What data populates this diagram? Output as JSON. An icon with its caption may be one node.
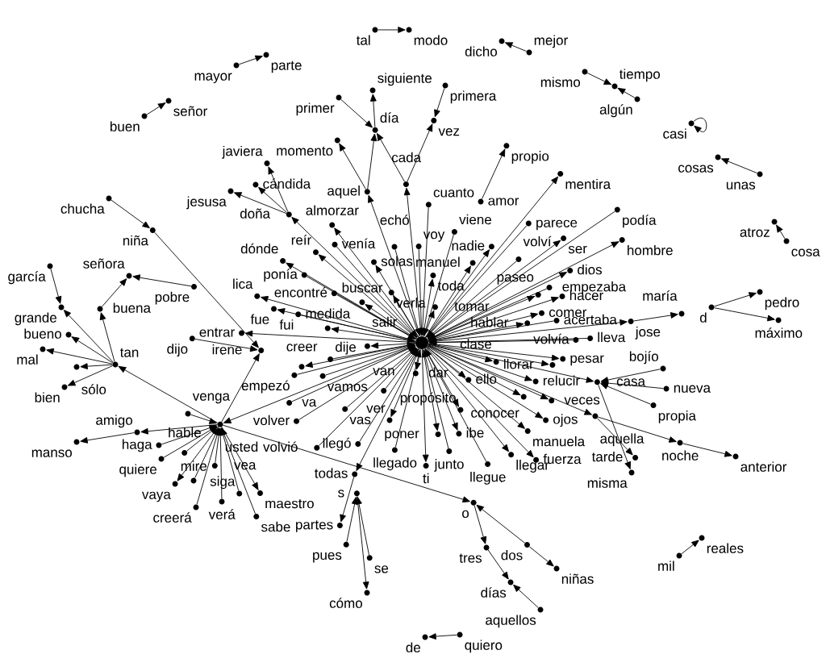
{
  "diagram": {
    "nodes": [
      {
        "text": [
          "tal"
        ]
      },
      {
        "text": [
          "modo"
        ]
      },
      {
        "text": [
          "dicho"
        ]
      },
      {
        "text": [
          "mejor"
        ]
      },
      {
        "text": [
          "parte"
        ]
      },
      {
        "text": [
          "mayor"
        ]
      },
      {
        "text": [
          "mismo"
        ]
      },
      {
        "text": [
          "tiempo"
        ]
      },
      {
        "text": [
          "primera"
        ]
      },
      {
        "text": [
          "siguiente"
        ]
      },
      {
        "text": [
          "primer"
        ]
      },
      {
        "text": [
          "algún"
        ]
      },
      {
        "text": [
          "señor"
        ]
      },
      {
        "text": [
          "buen"
        ]
      },
      {
        "text": [
          "casi"
        ]
      },
      {
        "text": [
          "vez"
        ]
      },
      {
        "text": [
          "día"
        ]
      },
      {
        "text": [
          "momento"
        ]
      },
      {
        "text": [
          "cosas"
        ]
      },
      {
        "text": [
          "propio"
        ]
      },
      {
        "text": [
          "javiera"
        ]
      },
      {
        "text": [
          "unas"
        ]
      },
      {
        "text": [
          "cándida"
        ]
      },
      {
        "text": [
          "mentira"
        ]
      },
      {
        "text": [
          "jesusa"
        ]
      },
      {
        "text": [
          "chucha"
        ]
      },
      {
        "text": [
          "cada"
        ]
      },
      {
        "text": [
          "podía"
        ]
      },
      {
        "text": [
          "aquel"
        ]
      },
      {
        "text": [
          "atroz"
        ]
      },
      {
        "text": [
          "amor"
        ]
      },
      {
        "text": [
          "doña"
        ]
      },
      {
        "text": [
          "niña"
        ]
      },
      {
        "text": [
          "cosa"
        ]
      },
      {
        "text": [
          "parece"
        ]
      },
      {
        "text": [
          "hombre"
        ]
      },
      {
        "text": [
          "cuanto"
        ]
      },
      {
        "text": [
          "almorzar"
        ]
      },
      {
        "text": [
          "viene"
        ]
      },
      {
        "text": [
          "nadie"
        ]
      },
      {
        "text": [
          "ser"
        ]
      },
      {
        "text": [
          "venía"
        ]
      },
      {
        "text": [
          "garcía"
        ]
      },
      {
        "text": [
          "echó"
        ]
      },
      {
        "text": [
          "voy"
        ]
      },
      {
        "text": [
          "señora"
        ]
      },
      {
        "text": [
          "dónde"
        ]
      },
      {
        "text": [
          "solas"
        ]
      },
      {
        "text": [
          "volví"
        ]
      },
      {
        "text": [
          "dios"
        ]
      },
      {
        "text": [
          "manuel"
        ]
      },
      {
        "text": [
          "pobre"
        ]
      },
      {
        "text": [
          "pedro"
        ]
      },
      {
        "text": [
          "reír"
        ]
      },
      {
        "text": [
          "ponía"
        ]
      },
      {
        "text": [
          "verla"
        ]
      },
      {
        "text": [
          "empezaba"
        ]
      },
      {
        "text": [
          "toda"
        ]
      },
      {
        "text": [
          "paseo"
        ]
      },
      {
        "text": [
          "hacer"
        ]
      },
      {
        "text": [
          "d"
        ]
      },
      {
        "text": [
          "grande"
        ]
      },
      {
        "text": [
          "buena"
        ]
      },
      {
        "text": [
          "lica"
        ]
      },
      {
        "text": [
          "fue"
        ]
      },
      {
        "text": [
          "encontré"
        ]
      },
      {
        "text": [
          "maría"
        ]
      },
      {
        "text": [
          "buscar"
        ]
      },
      {
        "text": [
          "tomar"
        ]
      },
      {
        "text": [
          "comer"
        ]
      },
      {
        "text": [
          "jose"
        ]
      },
      {
        "text": [
          "máximo"
        ]
      },
      {
        "text": [
          "fui"
        ]
      },
      {
        "text": [
          "lleva"
        ]
      },
      {
        "text": [
          "hablar"
        ]
      },
      {
        "text": [
          "medida"
        ]
      },
      {
        "text": [
          "bueno"
        ]
      },
      {
        "text": [
          "entrar"
        ]
      },
      {
        "text": [
          "dijo"
        ]
      },
      {
        "text": [
          "salir"
        ]
      },
      {
        "text": [
          "acertaba"
        ]
      },
      {
        "text": [],
        "shape": "circle"
      },
      {
        "text": [
          "volvía"
        ]
      },
      {
        "text": [
          "mal"
        ]
      },
      {
        "text": [
          "irene"
        ]
      },
      {
        "text": [
          "creer"
        ]
      },
      {
        "text": [
          "dije"
        ]
      },
      {
        "text": [
          "llorar"
        ]
      },
      {
        "text": [
          "clase"
        ]
      },
      {
        "text": [
          "tan"
        ]
      },
      {
        "text": [
          "sólo"
        ]
      },
      {
        "text": [
          "dar"
        ]
      },
      {
        "text": [
          "relucir"
        ]
      },
      {
        "text": [
          "empezó"
        ]
      },
      {
        "text": [
          "vamos"
        ]
      },
      {
        "text": [
          "bojío"
        ]
      },
      {
        "text": [
          "pesar"
        ]
      },
      {
        "text": [
          "ello"
        ]
      },
      {
        "text": [
          "casa"
        ]
      },
      {
        "text": [
          "van"
        ]
      },
      {
        "text": [
          "conocer"
        ]
      },
      {
        "text": [
          "bien"
        ]
      },
      {
        "text": [
          "nueva"
        ]
      },
      {
        "text": [
          "veces"
        ]
      },
      {
        "text": [
          "volver"
        ]
      },
      {
        "text": [
          "propósito"
        ]
      },
      {
        "text": [
          "vas"
        ]
      },
      {
        "text": [
          "va"
        ]
      },
      {
        "text": [
          "ver"
        ]
      },
      {
        "text": [
          "manuela"
        ]
      },
      {
        "text": [
          "propia"
        ]
      },
      {
        "text": [
          "ojos"
        ]
      },
      {
        "text": [
          "volvió"
        ]
      },
      {
        "text": [
          "venga"
        ]
      },
      {
        "text": [
          "aquella"
        ]
      },
      {
        "text": [
          "llegó"
        ]
      },
      {
        "text": [
          "poner"
        ]
      },
      {
        "text": [
          "ibe"
        ]
      },
      {
        "text": [
          "llegar"
        ]
      },
      {
        "text": [
          "fuerza"
        ]
      },
      {
        "text": [
          "usted"
        ]
      },
      {
        "text": [
          "llegado"
        ]
      },
      {
        "text": [
          "amigo"
        ]
      },
      {
        "text": [
          "junto"
        ]
      },
      {
        "text": [
          "llegue"
        ]
      },
      {
        "text": [
          "ti"
        ]
      },
      {
        "text": [
          "haga"
        ]
      },
      {
        "text": [
          "noche"
        ]
      },
      {
        "text": [
          "manso"
        ]
      },
      {
        "text": [
          "todas"
        ]
      },
      {
        "text": [
          "hable"
        ]
      },
      {
        "text": [
          "quiere"
        ]
      },
      {
        "text": [
          "tarde"
        ]
      },
      {
        "text": [
          "s"
        ]
      },
      {
        "text": [
          "anterior"
        ]
      },
      {
        "text": [
          "vea"
        ]
      },
      {
        "text": [
          "misma"
        ]
      },
      {
        "text": [
          "o"
        ]
      },
      {
        "text": [
          "vaya"
        ]
      },
      {
        "text": [
          "mire"
        ]
      },
      {
        "text": [
          "siga"
        ]
      },
      {
        "text": [
          "maestro"
        ]
      },
      {
        "text": [
          "creerá"
        ]
      },
      {
        "text": [
          "verá"
        ]
      },
      {
        "text": [
          "sabe"
        ]
      },
      {
        "text": [
          "partes"
        ]
      },
      {
        "text": [
          "pues"
        ]
      },
      {
        "text": [
          "tres"
        ]
      },
      {
        "text": [
          "dos"
        ]
      },
      {
        "text": [
          "reales"
        ]
      },
      {
        "text": [
          "se"
        ]
      },
      {
        "text": [
          "mil"
        ]
      },
      {
        "text": [
          "niñas"
        ]
      },
      {
        "text": [
          "días"
        ]
      },
      {
        "text": [
          "cómo"
        ]
      },
      {
        "text": [
          "aquellos"
        ]
      },
      {
        "text": [
          "quiero"
        ]
      },
      {
        "text": [
          "de"
        ]
      }
    ],
    "edges": [
      {
        "from": 0,
        "to": 1,
        "arrow": "to"
      },
      {
        "from": 3,
        "to": 2,
        "arrow": "to"
      },
      {
        "from": 5,
        "to": 4,
        "arrow": "to"
      },
      {
        "from": 6,
        "to": 7,
        "arrow": "to"
      },
      {
        "from": 11,
        "to": 7,
        "arrow": "to"
      },
      {
        "from": 13,
        "to": 12,
        "arrow": "to"
      },
      {
        "from": 14,
        "to": 14,
        "arrow": "to"
      },
      {
        "from": 21,
        "to": 18,
        "arrow": "to"
      },
      {
        "from": 33,
        "to": 29,
        "arrow": "to"
      },
      {
        "from": 151,
        "to": 149,
        "arrow": "to"
      },
      {
        "from": 156,
        "to": 157,
        "arrow": "to"
      },
      {
        "from": 10,
        "to": 16,
        "arrow": "to"
      },
      {
        "from": 16,
        "to": 9,
        "arrow": "to"
      },
      {
        "from": 26,
        "to": 16,
        "arrow": "to"
      },
      {
        "from": 28,
        "to": 16,
        "arrow": "to"
      },
      {
        "from": 28,
        "to": 17,
        "arrow": "to"
      },
      {
        "from": 26,
        "to": 15,
        "arrow": "to"
      },
      {
        "from": 8,
        "to": 15,
        "arrow": "to"
      },
      {
        "from": 81,
        "to": 26,
        "arrow": "to"
      },
      {
        "from": 81,
        "to": 28,
        "arrow": "to"
      },
      {
        "from": 31,
        "to": 20,
        "arrow": "to"
      },
      {
        "from": 31,
        "to": 22,
        "arrow": "to"
      },
      {
        "from": 31,
        "to": 24,
        "arrow": "to"
      },
      {
        "from": 81,
        "to": 31,
        "arrow": "to"
      },
      {
        "from": 30,
        "to": 19,
        "arrow": "to"
      },
      {
        "from": 81,
        "to": 23,
        "arrow": "to"
      },
      {
        "from": 27,
        "to": 81,
        "arrow": "to"
      },
      {
        "from": 25,
        "to": 32,
        "arrow": "to"
      },
      {
        "from": 32,
        "to": 84,
        "arrow": "to"
      },
      {
        "from": 42,
        "to": 61,
        "arrow": "to"
      },
      {
        "from": 89,
        "to": 61,
        "arrow": "to"
      },
      {
        "from": 89,
        "to": 62,
        "arrow": "to"
      },
      {
        "from": 62,
        "to": 45,
        "arrow": "to"
      },
      {
        "from": 51,
        "to": 45,
        "arrow": "to"
      },
      {
        "from": 89,
        "to": 76,
        "arrow": "to"
      },
      {
        "from": 89,
        "to": 83,
        "arrow": "to"
      },
      {
        "from": 89,
        "to": 90,
        "arrow": "to"
      },
      {
        "from": 89,
        "to": 101,
        "arrow": "to"
      },
      {
        "from": 120,
        "to": 89,
        "arrow": "to"
      },
      {
        "from": 78,
        "to": 84,
        "arrow": "to"
      },
      {
        "from": 81,
        "to": 63,
        "arrow": "to"
      },
      {
        "from": 81,
        "to": 64,
        "arrow": "to"
      },
      {
        "from": 120,
        "to": 122,
        "arrow": "to"
      },
      {
        "from": 122,
        "to": 128,
        "arrow": "to"
      },
      {
        "from": 113,
        "to": 120,
        "arrow": "to"
      },
      {
        "from": 126,
        "to": 120,
        "arrow": "to"
      },
      {
        "from": 130,
        "to": 120,
        "arrow": "to"
      },
      {
        "from": 131,
        "to": 120,
        "arrow": "to"
      },
      {
        "from": 135,
        "to": 120,
        "arrow": "to"
      },
      {
        "from": 139,
        "to": 120,
        "arrow": "to"
      },
      {
        "from": 140,
        "to": 120,
        "arrow": "to"
      },
      {
        "from": 142,
        "to": 120,
        "arrow": "to"
      },
      {
        "from": 143,
        "to": 120,
        "arrow": "to"
      },
      {
        "from": 144,
        "to": 120,
        "arrow": "to"
      },
      {
        "from": 120,
        "to": 138,
        "arrow": "to"
      },
      {
        "from": 120,
        "to": 141,
        "arrow": "to"
      },
      {
        "from": 81,
        "to": 120,
        "arrow": "to"
      },
      {
        "from": 120,
        "to": 137,
        "arrow": "to"
      },
      {
        "from": 120,
        "to": 84,
        "arrow": "to"
      },
      {
        "from": 81,
        "to": 37,
        "arrow": "to"
      },
      {
        "from": 81,
        "to": 46,
        "arrow": "to"
      },
      {
        "from": 81,
        "to": 47,
        "arrow": "to"
      },
      {
        "from": 81,
        "to": 55,
        "arrow": "to"
      },
      {
        "from": 81,
        "to": 57,
        "arrow": "to"
      },
      {
        "from": 81,
        "to": 50,
        "arrow": "to"
      },
      {
        "from": 81,
        "to": 39,
        "arrow": "to"
      },
      {
        "from": 81,
        "to": 40,
        "arrow": "to"
      },
      {
        "from": 81,
        "to": 35,
        "arrow": "to"
      },
      {
        "from": 81,
        "to": 49,
        "arrow": "to"
      },
      {
        "from": 81,
        "to": 59,
        "arrow": "to"
      },
      {
        "from": 81,
        "to": 58,
        "arrow": "to"
      },
      {
        "from": 81,
        "to": 70,
        "arrow": "to"
      },
      {
        "from": 81,
        "to": 68,
        "arrow": "to"
      },
      {
        "from": 81,
        "to": 74,
        "arrow": "to"
      },
      {
        "from": 81,
        "to": 69,
        "arrow": "to"
      },
      {
        "from": 81,
        "to": 75,
        "arrow": "to"
      },
      {
        "from": 81,
        "to": 77,
        "arrow": "to"
      },
      {
        "from": 81,
        "to": 85,
        "arrow": "to"
      },
      {
        "from": 81,
        "to": 79,
        "arrow": "to"
      },
      {
        "from": 81,
        "to": 67,
        "arrow": "to"
      },
      {
        "from": 81,
        "to": 87,
        "arrow": "to"
      },
      {
        "from": 81,
        "to": 88,
        "arrow": "to"
      },
      {
        "from": 81,
        "to": 92,
        "arrow": "to"
      },
      {
        "from": 81,
        "to": 96,
        "arrow": "to"
      },
      {
        "from": 81,
        "to": 98,
        "arrow": "to"
      },
      {
        "from": 81,
        "to": 103,
        "arrow": "to"
      },
      {
        "from": 81,
        "to": 114,
        "arrow": "to"
      },
      {
        "from": 81,
        "to": 100,
        "arrow": "to"
      },
      {
        "from": 81,
        "to": 97,
        "arrow": "to"
      },
      {
        "from": 81,
        "to": 105,
        "arrow": "to"
      },
      {
        "from": 81,
        "to": 109,
        "arrow": "to"
      },
      {
        "from": 81,
        "to": 117,
        "arrow": "to"
      },
      {
        "from": 81,
        "to": 118,
        "arrow": "to"
      },
      {
        "from": 81,
        "to": 119,
        "arrow": "to"
      },
      {
        "from": 81,
        "to": 125,
        "arrow": "to"
      },
      {
        "from": 81,
        "to": 91,
        "arrow": "to"
      },
      {
        "from": 81,
        "to": 108,
        "arrow": "to"
      },
      {
        "from": 81,
        "to": 116,
        "arrow": "to"
      },
      {
        "from": 81,
        "to": 129,
        "arrow": "to"
      },
      {
        "from": 81,
        "to": 53,
        "arrow": "to"
      },
      {
        "from": 36,
        "to": 81,
        "arrow": "to"
      },
      {
        "from": 81,
        "to": 111,
        "arrow": "to"
      },
      {
        "from": 41,
        "to": 81,
        "arrow": "to"
      },
      {
        "from": 43,
        "to": 81,
        "arrow": "to"
      },
      {
        "from": 44,
        "to": 81,
        "arrow": "to"
      },
      {
        "from": 38,
        "to": 81,
        "arrow": "to"
      },
      {
        "from": 48,
        "to": 81,
        "arrow": "to"
      },
      {
        "from": 56,
        "to": 81,
        "arrow": "to"
      },
      {
        "from": 34,
        "to": 81,
        "arrow": "to"
      },
      {
        "from": 54,
        "to": 81,
        "arrow": "to"
      },
      {
        "from": 65,
        "to": 81,
        "arrow": "to"
      },
      {
        "from": 72,
        "to": 81,
        "arrow": "to"
      },
      {
        "from": 73,
        "to": 81,
        "arrow": "to"
      },
      {
        "from": 80,
        "to": 81,
        "arrow": "to"
      },
      {
        "from": 82,
        "to": 81,
        "arrow": "to"
      },
      {
        "from": 86,
        "to": 81,
        "arrow": "to"
      },
      {
        "from": 93,
        "to": 81,
        "arrow": "to"
      },
      {
        "from": 94,
        "to": 81,
        "arrow": "to"
      },
      {
        "from": 99,
        "to": 81,
        "arrow": "to"
      },
      {
        "from": 106,
        "to": 81,
        "arrow": "to"
      },
      {
        "from": 104,
        "to": 81,
        "arrow": "to"
      },
      {
        "from": 107,
        "to": 81,
        "arrow": "to"
      },
      {
        "from": 112,
        "to": 81,
        "arrow": "to"
      },
      {
        "from": 115,
        "to": 81,
        "arrow": "to"
      },
      {
        "from": 121,
        "to": 81,
        "arrow": "to"
      },
      {
        "from": 123,
        "to": 81,
        "arrow": "to"
      },
      {
        "from": 124,
        "to": 81,
        "arrow": "to"
      },
      {
        "from": 129,
        "to": 145,
        "arrow": "to"
      },
      {
        "from": 146,
        "to": 133,
        "arrow": "to"
      },
      {
        "from": 150,
        "to": 133,
        "arrow": "to"
      },
      {
        "from": 133,
        "to": 154,
        "arrow": "to"
      },
      {
        "from": 137,
        "to": 147,
        "arrow": "to"
      },
      {
        "from": 148,
        "to": 137,
        "arrow": "to"
      },
      {
        "from": 148,
        "to": 152,
        "arrow": "to"
      },
      {
        "from": 147,
        "to": 153,
        "arrow": "to"
      },
      {
        "from": 155,
        "to": 153,
        "arrow": "to"
      },
      {
        "from": 70,
        "to": 66,
        "arrow": "to"
      },
      {
        "from": 60,
        "to": 52,
        "arrow": "to"
      },
      {
        "from": 60,
        "to": 71,
        "arrow": "to"
      },
      {
        "from": 95,
        "to": 98,
        "arrow": "to"
      },
      {
        "from": 102,
        "to": 98,
        "arrow": "to"
      },
      {
        "from": 110,
        "to": 98,
        "arrow": "to"
      },
      {
        "from": 98,
        "to": 136,
        "arrow": "to"
      },
      {
        "from": 114,
        "to": 127,
        "arrow": "to"
      },
      {
        "from": 114,
        "to": 132,
        "arrow": "to"
      },
      {
        "from": 127,
        "to": 134,
        "arrow": "to"
      }
    ]
  }
}
